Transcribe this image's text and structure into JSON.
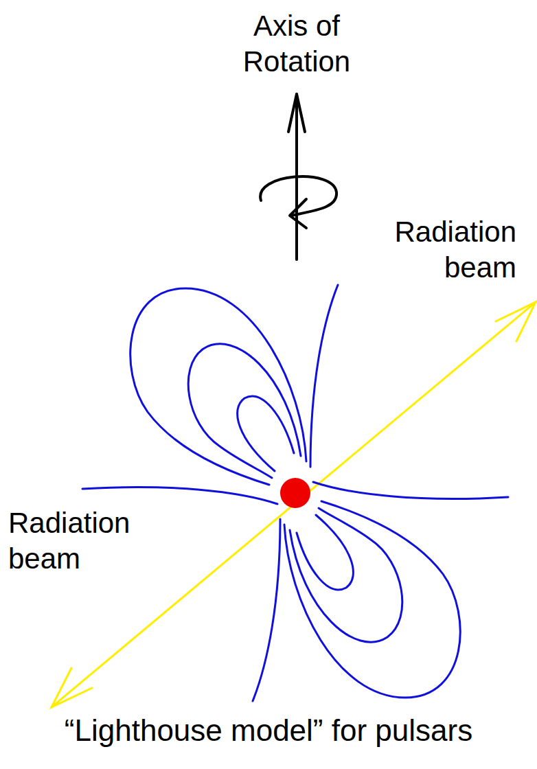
{
  "diagram": {
    "caption": "“Lighthouse model” for pulsars",
    "labels": [
      "Axis of Rotation",
      "Radiation beam",
      "Radiation beam"
    ]
  }
}
